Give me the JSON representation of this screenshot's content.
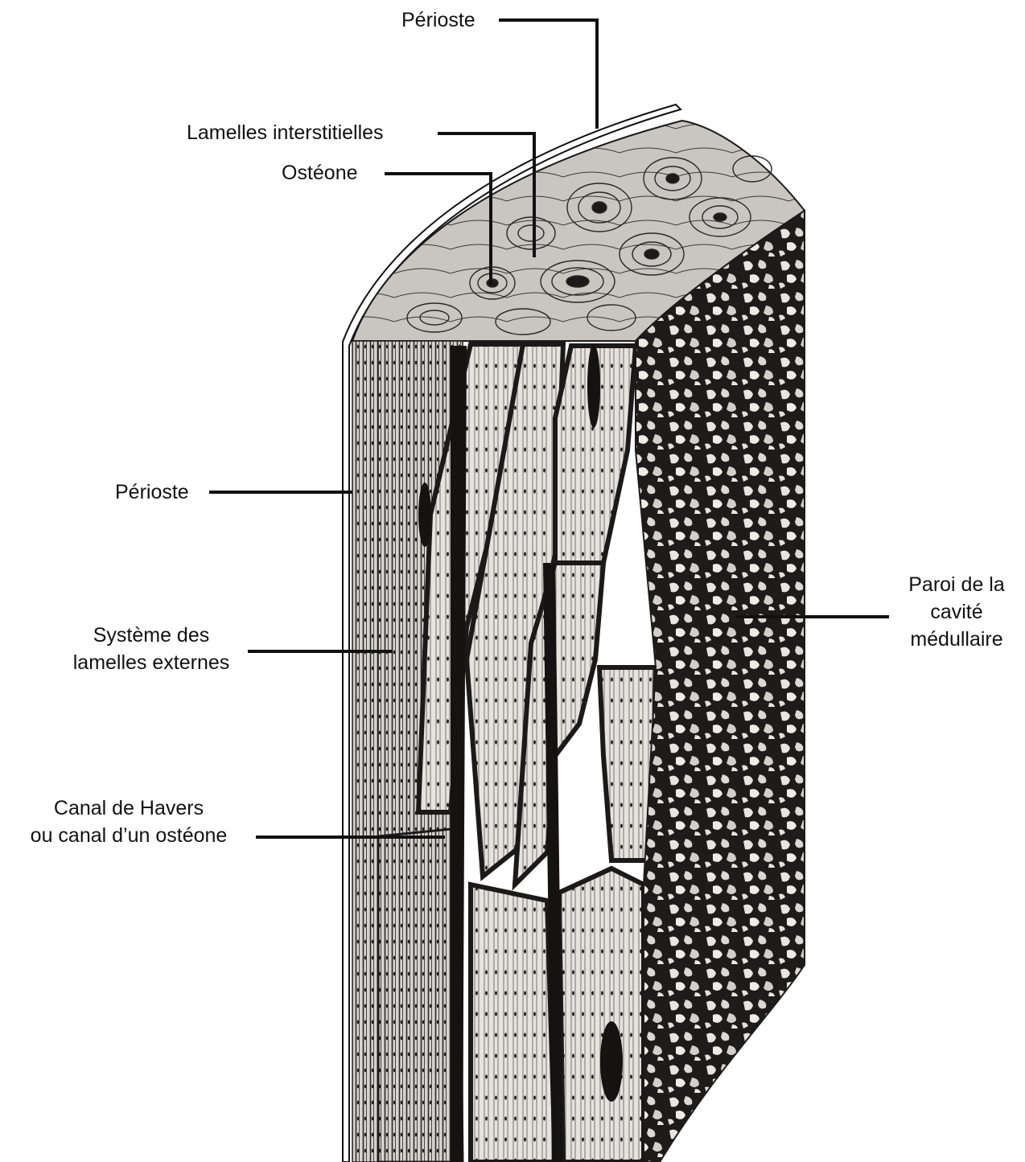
{
  "labels": {
    "periosteum_top": "Périoste",
    "interstitial_lamellae": "Lamelles interstitielles",
    "osteon": "Ostéone",
    "periosteum_side": "Périoste",
    "external_lamellae": {
      "line1": "Système des",
      "line2": "lamelles externes"
    },
    "haversian_canal": {
      "line1": "Canal de Havers",
      "line2": "ou canal d’un ostéone"
    },
    "medullary_wall": {
      "line1": "Paroi de la",
      "line2": "cavité",
      "line3": "médullaire"
    }
  },
  "colors": {
    "background": "#ffffff",
    "ink": "#111111",
    "bone_light": "#d9d6d2",
    "bone_mid": "#8f8a86",
    "bone_dark": "#1c1a19",
    "marrow_light": "#ebe8e4"
  }
}
